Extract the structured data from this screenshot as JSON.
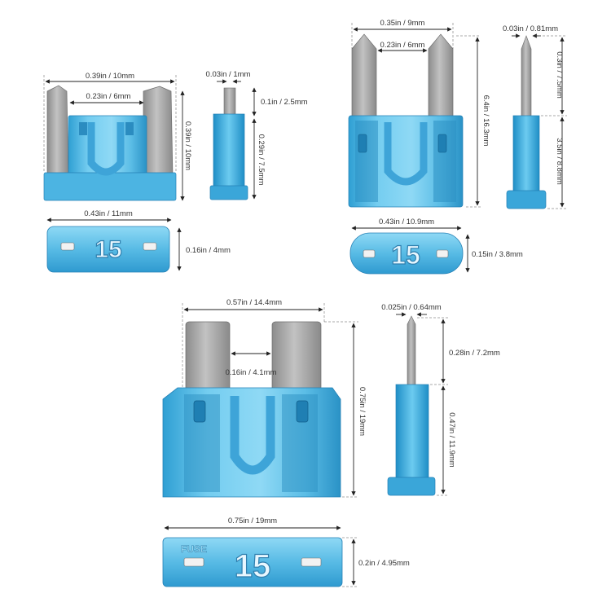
{
  "colors": {
    "body_light": "#7fd2f2",
    "body_mid": "#49b6e2",
    "body_dark": "#1d86bd",
    "blade": "#a7a7a7",
    "blade_dark": "#7a7a7a",
    "line": "#222222"
  },
  "icons": [
    "mini-fuse",
    "low-profile-fuse",
    "standard-blade-fuse",
    "dimension-arrow"
  ],
  "mini_fuse": {
    "width_label": "0.39in / 10mm",
    "blade_gap_label": "0.23in / 6mm",
    "height_label": "0.39in / 10mm",
    "side_thickness_label": "0.03in / 1mm",
    "side_top_label": "0.1in / 2.5mm",
    "side_bottom_label": "0.29in / 7.5mm",
    "top_width_label": "0.43in / 11mm",
    "top_depth_label": "0.16in / 4mm",
    "rating": "15"
  },
  "low_profile_fuse": {
    "width_label": "0.35in / 9mm",
    "blade_gap_label": "0.23in / 6mm",
    "height_label": "6.4in / 16.3mm",
    "side_thickness_label": "0.03in / 0.81mm",
    "side_top_label": "0.3in / 7.5mm",
    "side_bottom_label": "3.5in / 8.8mm",
    "top_width_label": "0.43in / 10.9mm",
    "top_depth_label": "0.15in / 3.8mm",
    "rating": "15"
  },
  "standard_fuse": {
    "width_label": "0.57in / 14.4mm",
    "blade_gap_label": "0.16in / 4.1mm",
    "height_label": "0.75in / 19mm",
    "side_thickness_label": "0.025in / 0.64mm",
    "side_top_label": "0.28in / 7.2mm",
    "side_bottom_label": "0.47in / 11.9mm",
    "top_width_label": "0.75in / 19mm",
    "top_depth_label": "0.2in / 4.95mm",
    "rating": "15",
    "fuse_text": "FUSE"
  }
}
